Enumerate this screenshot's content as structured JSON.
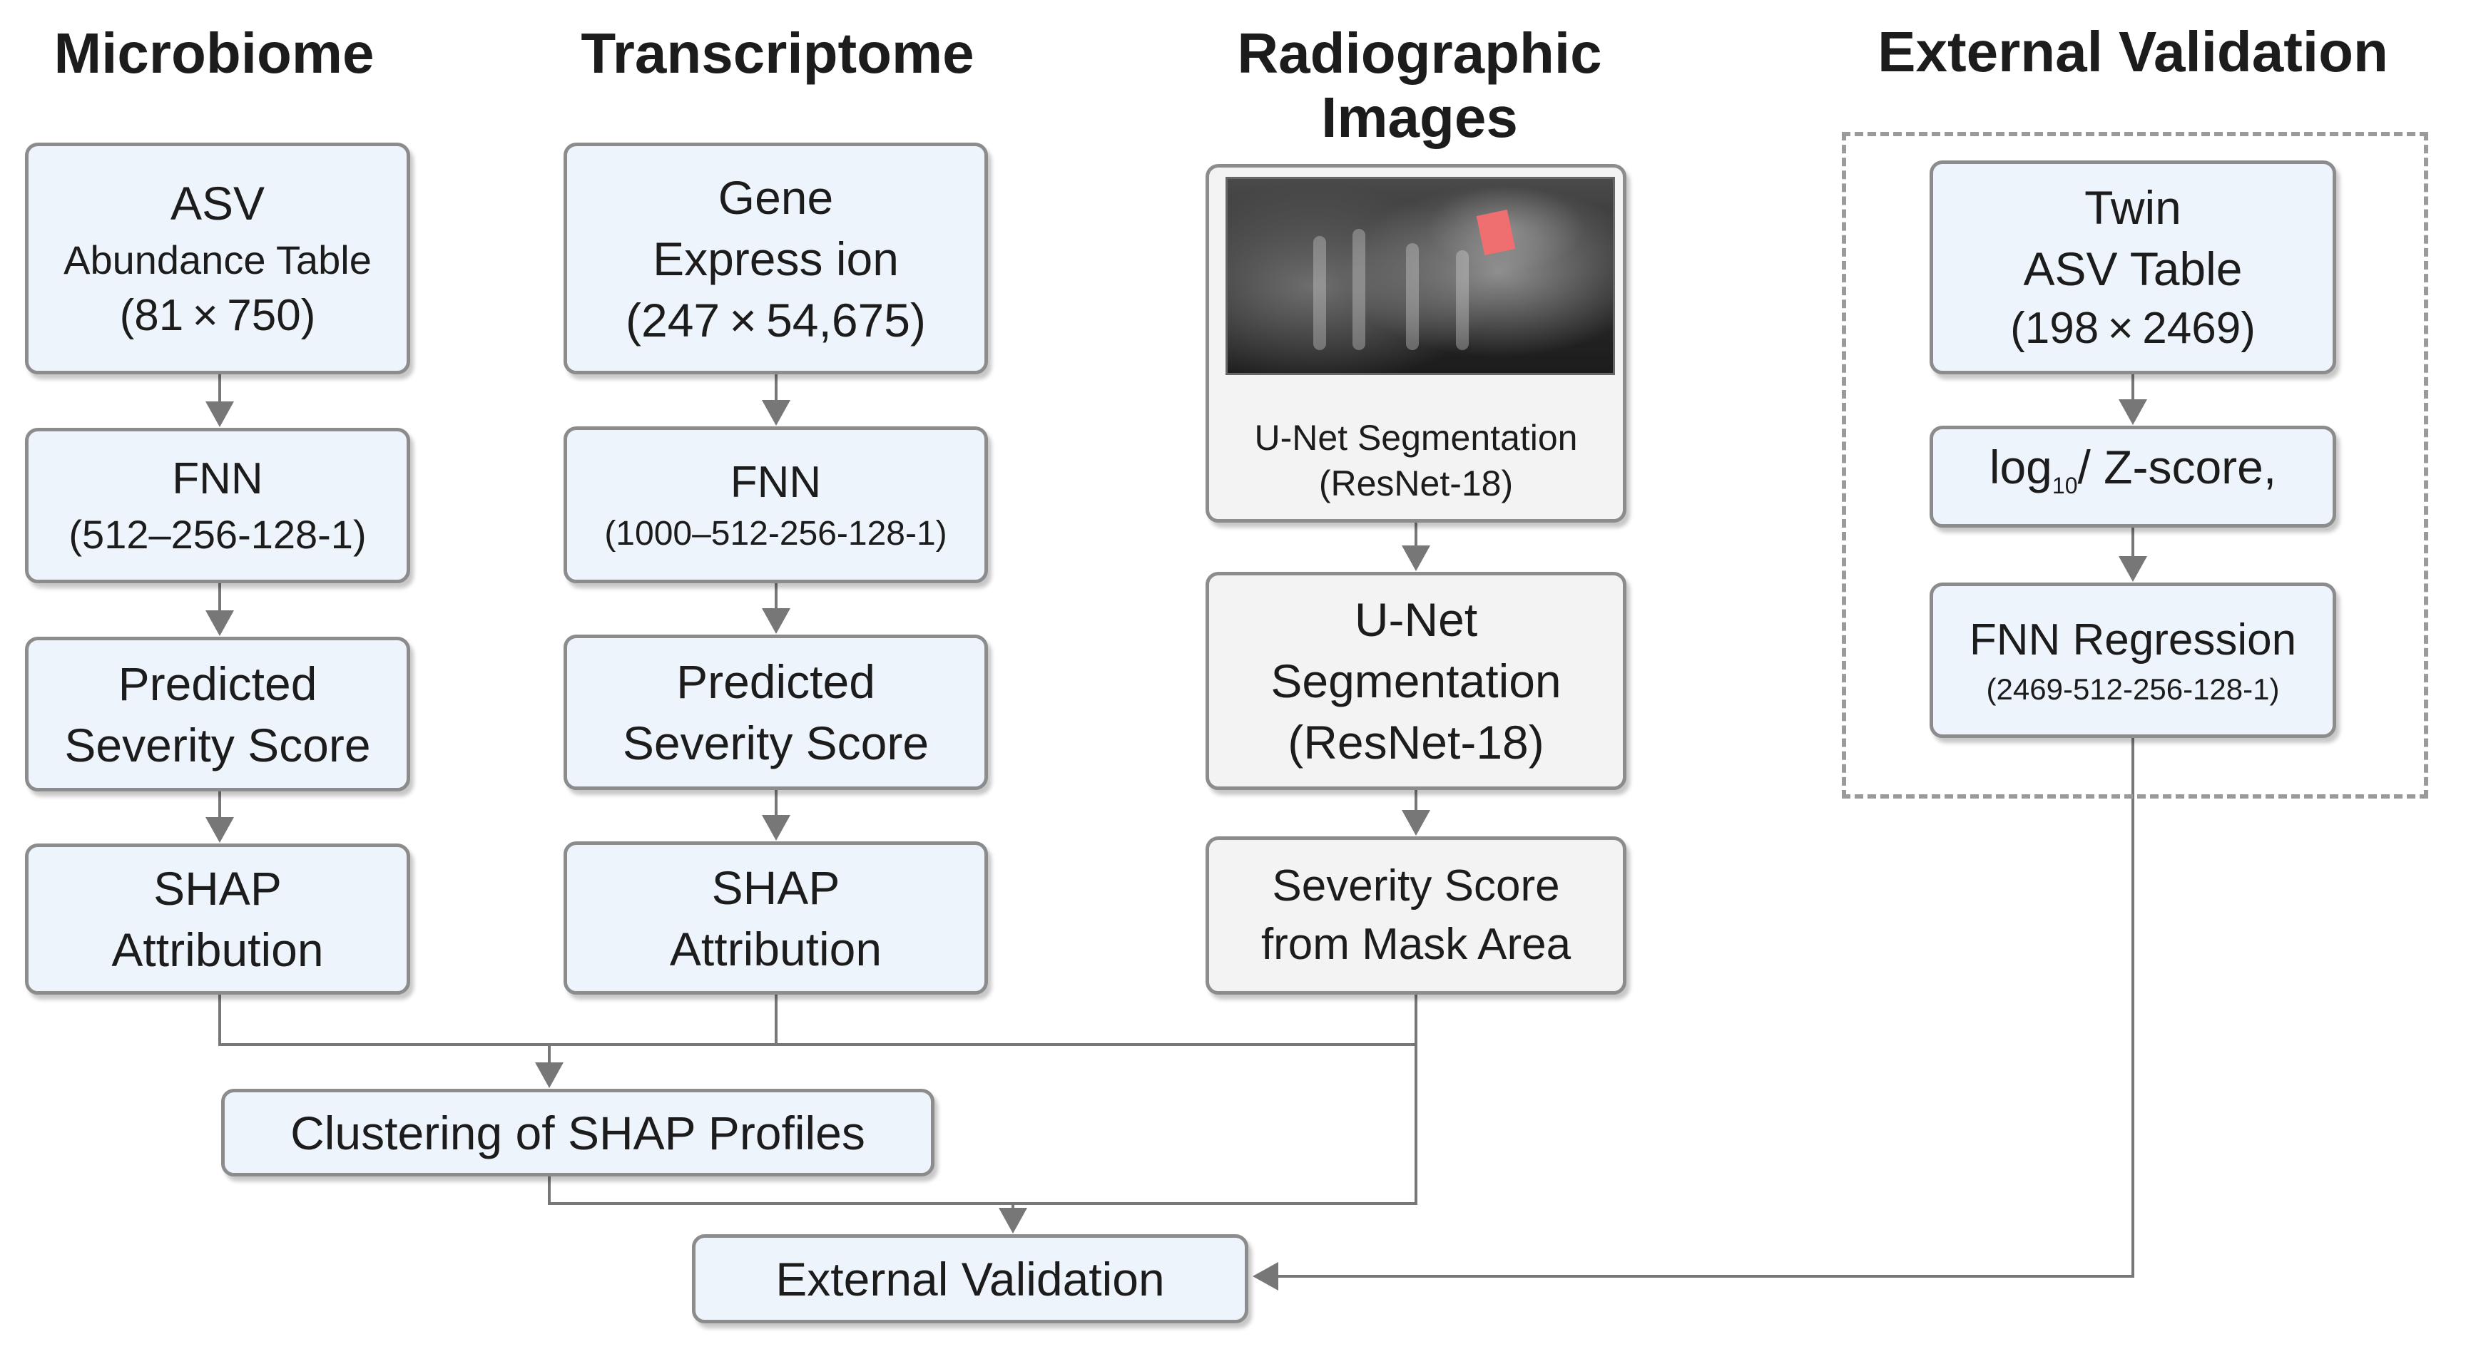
{
  "columns": {
    "microbiome": "Microbiome",
    "transcriptome": "Transcriptome",
    "radiographic": [
      "Radiographic",
      "Images"
    ],
    "external": "External Validation"
  },
  "microbiome": {
    "input": [
      "ASV",
      "Abundance Table",
      "(81 × 750)"
    ],
    "model": [
      "FNN",
      "(512–256-128-1)"
    ],
    "prediction": [
      "Predicted",
      "Severity Score"
    ],
    "shap": [
      "SHAP",
      "Attribution"
    ]
  },
  "transcriptome": {
    "input": [
      "Gene",
      "Express ion",
      "(247 × 54,675)"
    ],
    "model": [
      "FNN",
      "(1000–512-256-128-1)"
    ],
    "prediction": [
      "Predicted",
      "Severity Score"
    ],
    "shap": [
      "SHAP",
      "Attribution"
    ]
  },
  "radiographic": {
    "image_caption": [
      "U-Net Segmentation",
      "(ResNet-18)"
    ],
    "segmentation": [
      "U-Net",
      "Segmentation",
      "(ResNet-18)"
    ],
    "score": [
      "Severity Score",
      "from Mask Area"
    ]
  },
  "external": {
    "input": [
      "Twin",
      "ASV Table",
      "(198 × 2469)"
    ],
    "transform_pre": "log",
    "transform_sub": "10",
    "transform_post": "/ Z-score,",
    "model": [
      "FNN Regression",
      "(2469-512-256-128-1)"
    ]
  },
  "clustering": "Clustering of SHAP Profiles",
  "final": "External Validation",
  "colors": {
    "box_blue": "#eef4fb",
    "box_gray": "#f3f3f3",
    "border": "#8c8c8c",
    "arrow": "#777777",
    "mask": "#ef6f70"
  }
}
